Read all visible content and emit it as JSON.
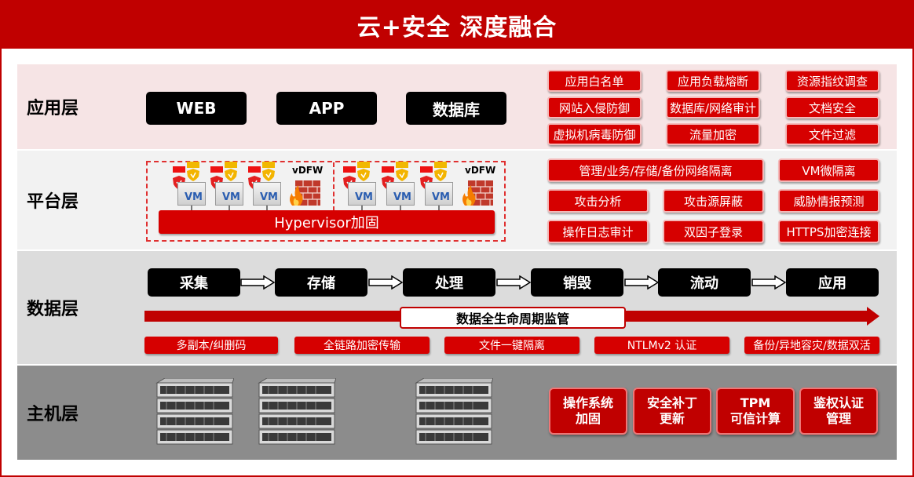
{
  "title": "云+安全 深度融合",
  "layers": {
    "app": {
      "label": "应用层",
      "blocks": [
        "WEB",
        "APP",
        "数据库"
      ],
      "features": [
        "应用白名单",
        "应用负载熔断",
        "资源指纹调查",
        "网站入侵防御",
        "数据库/网络审计",
        "文档安全",
        "虚拟机病毒防御",
        "流量加密",
        "文件过滤"
      ]
    },
    "platform": {
      "label": "平台层",
      "vdfw": "vDFW",
      "vm": "VM",
      "hypervisor": "Hypervisor加固",
      "features": [
        "管理/业务/存储/备份网络隔离",
        "VM微隔离",
        "攻击分析",
        "攻击源屏蔽",
        "威胁情报预测",
        "操作日志审计",
        "双因子登录",
        "HTTPS加密连接"
      ]
    },
    "data": {
      "label": "数据层",
      "flow": [
        "采集",
        "存储",
        "处理",
        "销毁",
        "流动",
        "应用"
      ],
      "lifecycle": "数据全生命周期监管",
      "features": [
        "多副本/纠删码",
        "全链路加密传输",
        "文件一键隔离",
        "NTLMv2 认证",
        "备份/异地容灾/数据双活"
      ]
    },
    "host": {
      "label": "主机层",
      "features": [
        {
          "line1": "操作系统",
          "line2": "加固"
        },
        {
          "line1": "安全补丁",
          "line2": "更新"
        },
        {
          "line1": "TPM",
          "line2": "可信计算"
        },
        {
          "line1": "鉴权认证",
          "line2": "管理"
        }
      ]
    }
  },
  "colors": {
    "brand_red": "#c00000",
    "button_red": "#d60000",
    "block_black": "#000000"
  },
  "icons": [
    "shield-icon",
    "firewall-icon",
    "server-icon",
    "arrow-right-icon"
  ]
}
